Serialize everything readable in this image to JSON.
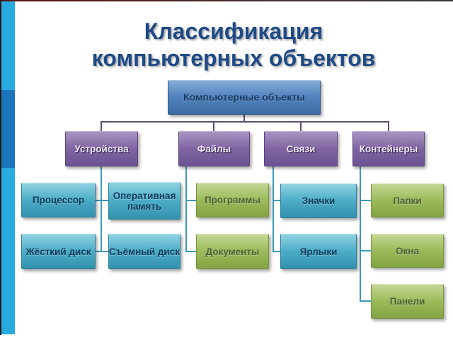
{
  "slide": {
    "background": "#ffffff"
  },
  "decor": {
    "top_line": {
      "color_left": "#571414",
      "color_right": "#3a3a3a"
    },
    "left_bar": {
      "color": "#29abe2",
      "dark_segment_color": "#1b75bb",
      "edge_color": "#1a1a1a"
    }
  },
  "title": {
    "text": "Классификация компьютерных объектов",
    "line1": "Классификация",
    "line2": "компьютерных объектов",
    "color": "#1e4a86"
  },
  "palette": {
    "root_box": "#4f81bd",
    "level2_box": "#8064a2",
    "teal_box": "#4bacc6",
    "green_box": "#9bbb59",
    "connector_root": "#5f4d73",
    "connector_branch": "#3e9ab8"
  },
  "tree": {
    "root": {
      "label": "Компьютерные объекты"
    },
    "level2": [
      {
        "label": "Устройства"
      },
      {
        "label": "Файлы"
      },
      {
        "label": "Связи"
      },
      {
        "label": "Контейнеры"
      }
    ],
    "devices_children": [
      {
        "label": "Процессор"
      },
      {
        "label": "Оперативная память"
      },
      {
        "label": "Жёсткий диск"
      },
      {
        "label": "Съёмный диск"
      }
    ],
    "files_children": [
      {
        "label": "Программы"
      },
      {
        "label": "Документы"
      }
    ],
    "links_children": [
      {
        "label": "Значки"
      },
      {
        "label": "Ярлыки"
      }
    ],
    "containers_children": [
      {
        "label": "Папки"
      },
      {
        "label": "Окна"
      },
      {
        "label": "Панели"
      }
    ]
  }
}
